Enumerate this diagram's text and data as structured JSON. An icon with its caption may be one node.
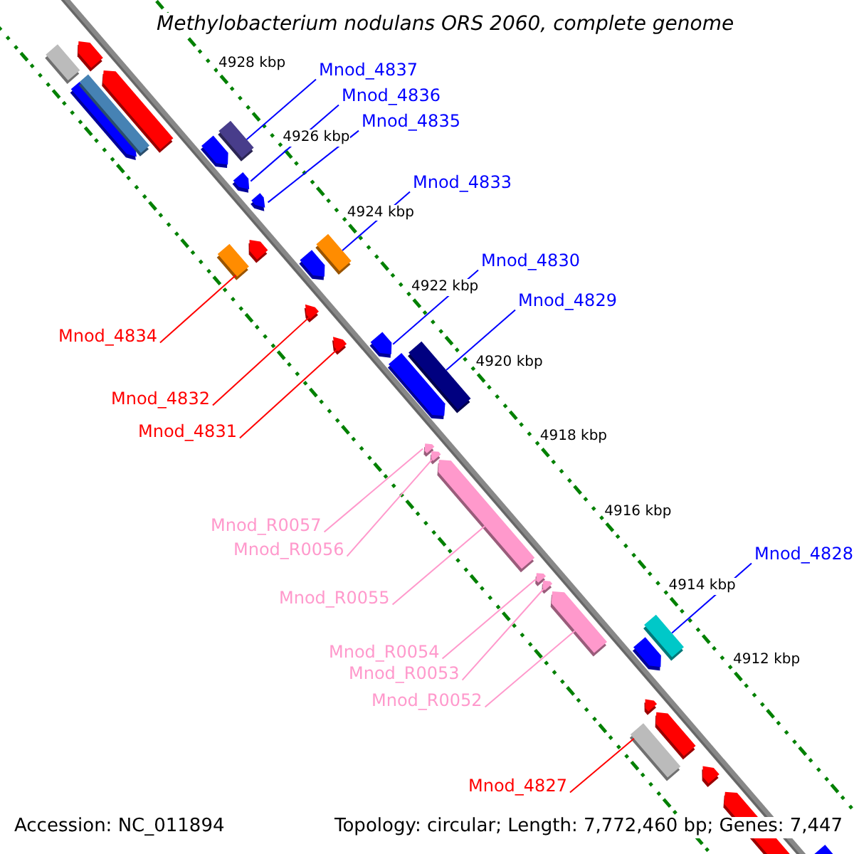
{
  "diagram": {
    "title": "Methylobacterium nodulans ORS 2060, complete genome",
    "nodes": [
      {
        "text": [
          "Mnod_4837"
        ]
      },
      {
        "text": [
          "Mnod_4836"
        ]
      },
      {
        "text": [
          "Mnod_4835"
        ]
      },
      {
        "text": [
          "Mnod_4833"
        ]
      },
      {
        "text": [
          "Mnod_4830"
        ]
      },
      {
        "text": [
          "Mnod_4829"
        ]
      },
      {
        "text": [
          "Mnod_4834"
        ]
      },
      {
        "text": [
          "Mnod_4832"
        ]
      },
      {
        "text": [
          "Mnod_4831"
        ]
      },
      {
        "text": [
          "Mnod_R0057"
        ]
      },
      {
        "text": [
          "Mnod_R0056"
        ]
      },
      {
        "text": [
          "Mnod_4828"
        ]
      },
      {
        "text": [
          "Mnod_R0055"
        ]
      },
      {
        "text": [
          "Mnod_R0054"
        ]
      },
      {
        "text": [
          "Mnod_R0053"
        ]
      },
      {
        "text": [
          "Mnod_R0052"
        ]
      },
      {
        "text": [
          "Mnod_4827"
        ]
      },
      {
        "text": [],
        "shape": "bar"
      },
      {
        "text": [],
        "shape": "arrow"
      },
      {
        "text": [],
        "shape": "arrow"
      },
      {
        "text": [],
        "shape": "bar"
      },
      {
        "text": [],
        "shape": "arrow"
      },
      {
        "text": [],
        "shape": "bar"
      },
      {
        "text": [],
        "shape": "bar"
      },
      {
        "text": [],
        "shape": "arrow"
      },
      {
        "text": [],
        "shape": "arrow"
      },
      {
        "text": [],
        "shape": "arrow"
      },
      {
        "text": [],
        "shape": "arrow"
      },
      {
        "text": [],
        "shape": "bar"
      },
      {
        "text": [],
        "shape": "arrow"
      },
      {
        "text": [],
        "shape": "arrow"
      },
      {
        "text": [],
        "shape": "arrow"
      },
      {
        "text": [],
        "shape": "arrow"
      },
      {
        "text": [],
        "shape": "bar"
      }
    ],
    "edges": [
      {
        "from": 0,
        "to": 17,
        "arrow": "none"
      },
      {
        "from": 1,
        "to": 18,
        "arrow": "none"
      },
      {
        "from": 2,
        "to": 19,
        "arrow": "none"
      },
      {
        "from": 3,
        "to": 20,
        "arrow": "none"
      },
      {
        "from": 4,
        "to": 21,
        "arrow": "none"
      },
      {
        "from": 5,
        "to": 22,
        "arrow": "none"
      },
      {
        "from": 6,
        "to": 23,
        "arrow": "none",
        "color": "#ff0000"
      },
      {
        "from": 7,
        "to": 24,
        "arrow": "none",
        "color": "#ff0000"
      },
      {
        "from": 8,
        "to": 25,
        "arrow": "none",
        "color": "#ff0000"
      },
      {
        "from": 9,
        "to": 26,
        "arrow": "none",
        "color": "#ff99cc"
      },
      {
        "from": 10,
        "to": 27,
        "arrow": "none",
        "color": "#ff99cc"
      },
      {
        "from": 11,
        "to": 28,
        "arrow": "none"
      },
      {
        "from": 12,
        "to": 29,
        "arrow": "none",
        "color": "#ff99cc"
      },
      {
        "from": 13,
        "to": 30,
        "arrow": "none",
        "color": "#ff99cc"
      },
      {
        "from": 14,
        "to": 31,
        "arrow": "none",
        "color": "#ff99cc"
      },
      {
        "from": 15,
        "to": 32,
        "arrow": "none",
        "color": "#ff99cc"
      },
      {
        "from": 16,
        "to": 33,
        "arrow": "none",
        "color": "#ff0000"
      }
    ],
    "labels": [
      "4928 kbp",
      "4926 kbp",
      "4924 kbp",
      "4922 kbp",
      "4920 kbp",
      "4918 kbp",
      "4916 kbp",
      "4914 kbp",
      "4912 kbp",
      "Accession: NC_011894",
      "Topology: circular; Length: 7,772,460 bp; Genes: 7,447"
    ]
  }
}
